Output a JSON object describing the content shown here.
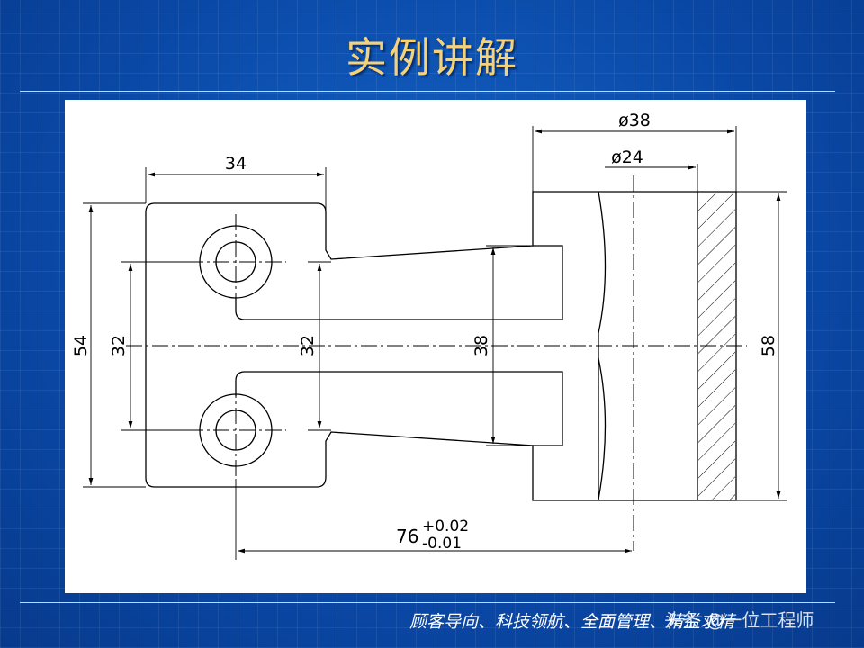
{
  "slide": {
    "title": "实例讲解",
    "footer_slogan": "顾客导向、科技领航、全面管理、精益求精",
    "watermark": "头条 @一位工程师"
  },
  "drawing": {
    "dims": {
      "phi38": "ø38",
      "phi24": "ø24",
      "d34": "34",
      "d54": "54",
      "d32_left": "32",
      "d32_mid": "32",
      "d38": "38",
      "d58": "58",
      "d76": "76",
      "tol_upper": "+0.02",
      "tol_lower": "-0.01"
    }
  }
}
